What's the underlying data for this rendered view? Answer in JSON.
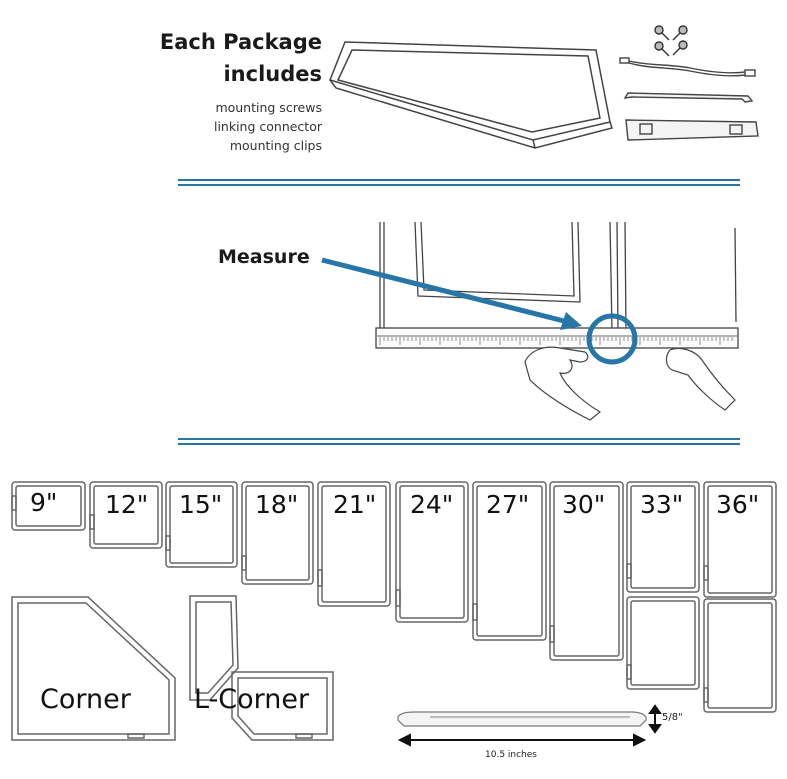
{
  "package": {
    "title_line1": "Each Package",
    "title_line2": "includes",
    "items": [
      "mounting screws",
      "linking connector",
      "mounting clips"
    ]
  },
  "measure": {
    "label": "Measure"
  },
  "sizes": [
    "9\"",
    "12\"",
    "15\"",
    "18\"",
    "21\"",
    "24\"",
    "27\"",
    "30\"",
    "33\"",
    "36\""
  ],
  "shapes": {
    "corner": "Corner",
    "l_corner": "L-Corner"
  },
  "dimensions": {
    "width": "10.5 inches",
    "height": "5/8\""
  },
  "colors": {
    "accent": "#2677a8",
    "line_art": "#555555"
  }
}
